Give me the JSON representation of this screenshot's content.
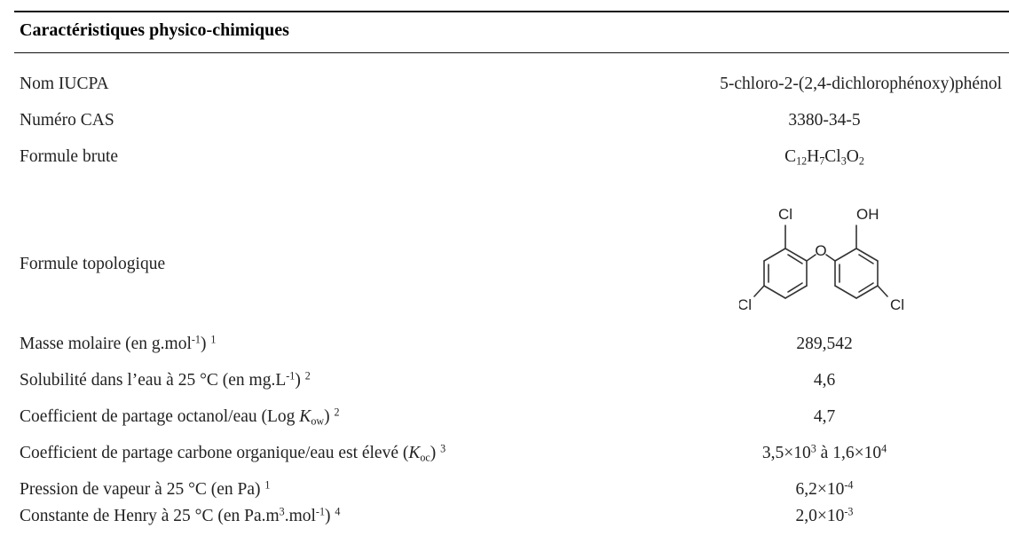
{
  "header": {
    "title": "Caractéristiques physico-chimiques"
  },
  "rows": [
    {
      "label": "Nom IUCPA",
      "value": "5-chloro-2-(2,4-dichlorophénoxy)phénol"
    },
    {
      "label": "Numéro CAS",
      "value": "3380-34-5"
    },
    {
      "label": "Formule brute",
      "formula": {
        "c": "C",
        "c_n": "12",
        "h": "H",
        "h_n": "7",
        "cl": "Cl",
        "cl_n": "3",
        "o": "O",
        "o_n": "2"
      }
    },
    {
      "label": "Formule topologique",
      "structure": {
        "icon": "molecule-structure-icon",
        "atom_cl_top": "Cl",
        "atom_oh": "OH",
        "atom_o": "O",
        "atom_cl_left": "Cl",
        "atom_cl_right": "Cl"
      }
    },
    {
      "label_pre": "Masse molaire (en g.mol",
      "label_sup": "-1",
      "label_post": ")",
      "ref": "1",
      "value": "289,542"
    },
    {
      "label_pre": "Solubilité dans l’eau à 25 °C (en mg.L",
      "label_sup": "-1",
      "label_post": ")",
      "ref": "2",
      "value": "4,6"
    },
    {
      "label_pre": "Coefficient de partage octanol/eau (Log ",
      "label_k": "K",
      "label_sub": "ow",
      "label_post": ")",
      "ref": "2",
      "value": "4,7"
    },
    {
      "label_pre": "Coefficient de partage carbone organique/eau est élevé (",
      "label_k": "K",
      "label_sub": "oc",
      "label_post": ")",
      "ref": "3",
      "value_a": "3,5×10",
      "value_a_exp": "3",
      "value_mid": " à ",
      "value_b": "1,6×10",
      "value_b_exp": "4"
    },
    {
      "label": "Pression de vapeur à 25 °C (en Pa)",
      "ref": "1",
      "value_base": "6,2×10",
      "value_exp": "-4"
    },
    {
      "label_pre": "Constante de Henry à 25 °C (en Pa.m",
      "label_sup1": "3",
      "label_mid": ".mol",
      "label_sup2": "-1",
      "label_post": ")",
      "ref": "4",
      "value_base": "2,0×10",
      "value_exp": "-3"
    }
  ]
}
